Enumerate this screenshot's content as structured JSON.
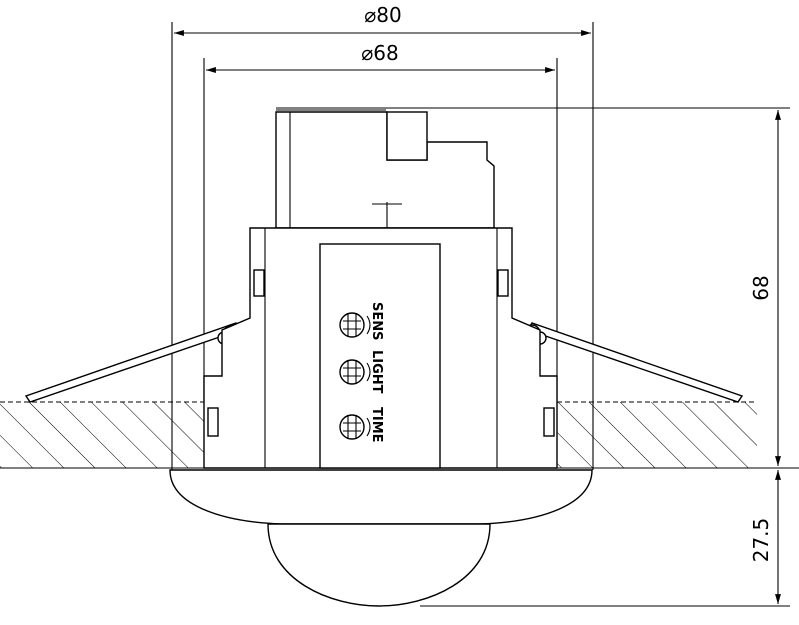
{
  "dimensions": {
    "outer_diameter": "⌀80",
    "inner_diameter": "⌀68",
    "body_height": "68",
    "dome_height": "27.5"
  },
  "controls": [
    {
      "label": "SENS",
      "icon": "potentiometer-dial-icon"
    },
    {
      "label": "LIGHT",
      "icon": "potentiometer-dial-icon"
    },
    {
      "label": "TIME",
      "icon": "potentiometer-dial-icon"
    }
  ],
  "colors": {
    "line": "#000000",
    "background": "#ffffff"
  }
}
